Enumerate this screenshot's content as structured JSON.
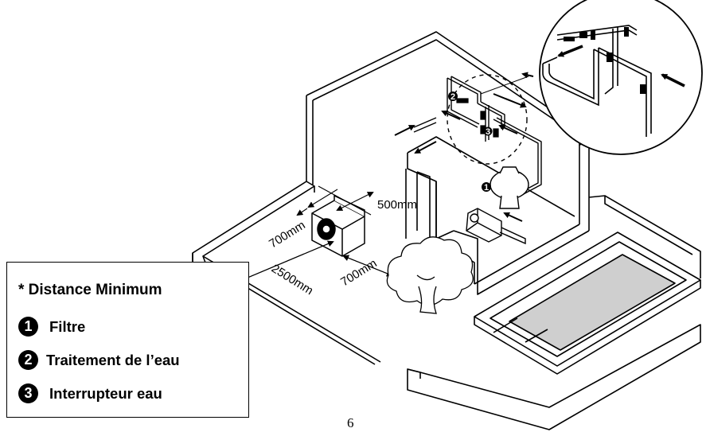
{
  "dimensions": {
    "d500": "500mm",
    "d700_left": "700mm",
    "d2500": "2500mm",
    "d700_front": "700mm"
  },
  "callouts": {
    "filter_marker": "1",
    "treatment_marker": "2",
    "switch_marker": "3"
  },
  "legend": {
    "title": "* Distance Minimum",
    "items": [
      {
        "number": "1",
        "label": "Filtre"
      },
      {
        "number": "2",
        "label": "Traitement de l’eau"
      },
      {
        "number": "3",
        "label": "Interrupteur eau"
      }
    ]
  },
  "page_number": "6"
}
